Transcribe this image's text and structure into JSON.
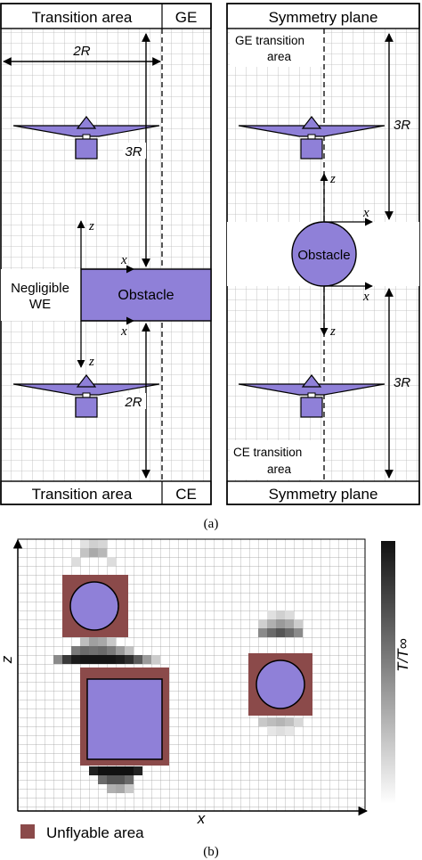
{
  "panel_a": {
    "left": {
      "top_label": "Transition area",
      "top_right_label": "GE",
      "bottom_label": "Transition area",
      "bottom_right_label": "CE",
      "width_label": "2R",
      "dist_top_label": "3R",
      "dist_bottom_label": "2R",
      "obstacle_label": "Obstacle",
      "negligible_line1": "Negligible",
      "negligible_line2": "WE",
      "axis_z": "z",
      "axis_x": "x"
    },
    "right": {
      "top_label": "Symmetry plane",
      "bottom_label": "Symmetry plane",
      "ge_line1": "GE transition",
      "ge_line2": "area",
      "ce_line1": "CE transition",
      "ce_line2": "area",
      "dist_top_label": "3R",
      "dist_bottom_label": "3R",
      "obstacle_label": "Obstacle",
      "axis_z": "z",
      "axis_x": "x"
    },
    "caption": "(a)"
  },
  "panel_b": {
    "xlabel": "x",
    "ylabel": "z",
    "colorbar_label": "T/T∞",
    "legend_label": "Unflyable area",
    "caption": "(b)"
  },
  "colors": {
    "obstacle": "#8f80d8",
    "unflyable": "#8b4a4a",
    "grid": "#b8b8b8",
    "frame": "#000000"
  }
}
